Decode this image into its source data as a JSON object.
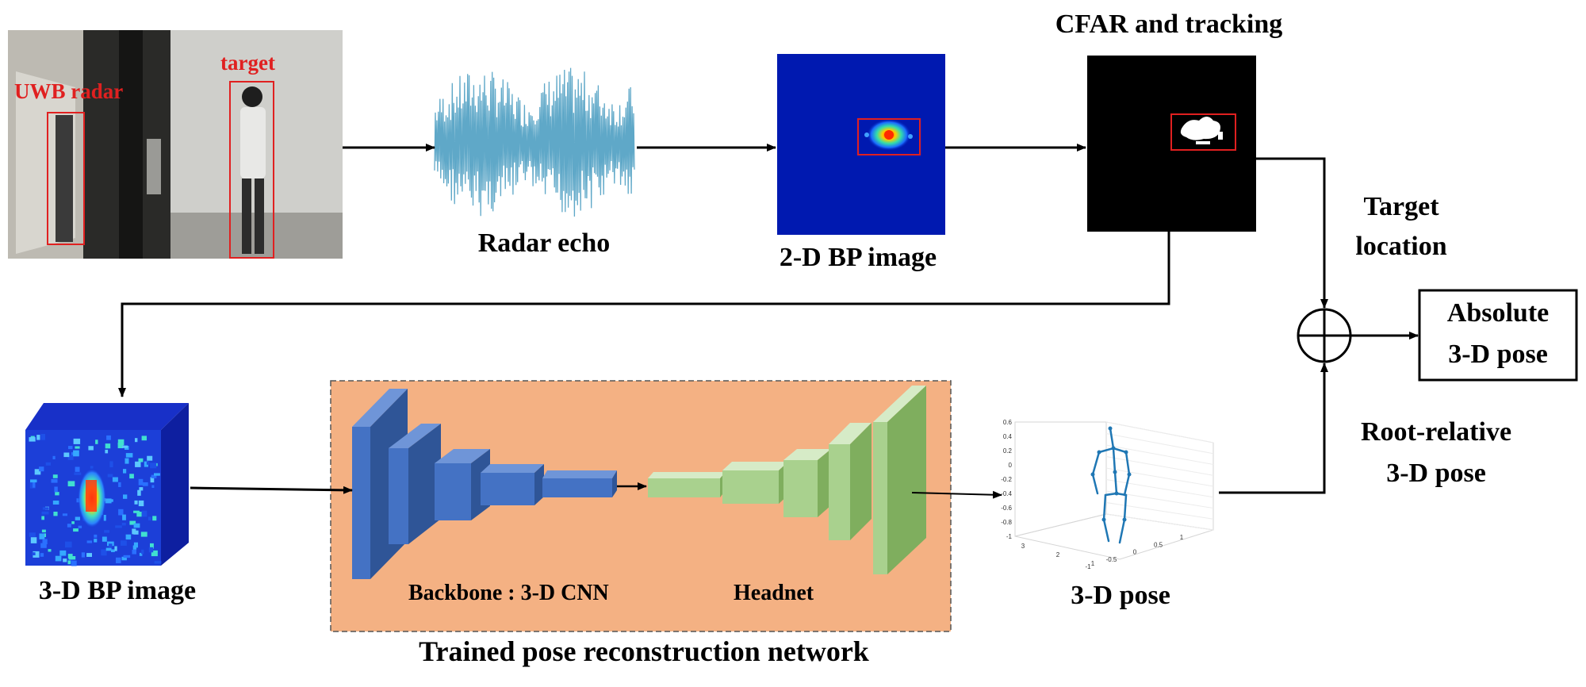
{
  "photo": {
    "radar_label": "UWB radar",
    "target_label": "target"
  },
  "labels": {
    "radar_echo": "Radar echo",
    "bp2d": "2-D BP image",
    "cfar": "CFAR  and tracking",
    "target_location_1": "Target",
    "target_location_2": "location",
    "absolute_1": "Absolute",
    "absolute_2": "3-D pose",
    "root_relative_1": "Root-relative",
    "root_relative_2": "3-D pose",
    "bp3d": "3-D BP image",
    "backbone": "Backbone : 3-D CNN",
    "headnet": "Headnet",
    "network": "Trained pose reconstruction network",
    "pose3d": "3-D pose"
  },
  "pose_plot": {
    "z_ticks": [
      "0.6",
      "0.4",
      "0.2",
      "0",
      "-0.2",
      "-0.4",
      "-0.6",
      "-0.8",
      "-1"
    ],
    "x_ticks": [
      "-1",
      "-0.5",
      "0",
      "0.5",
      "1"
    ],
    "y_ticks": [
      "3",
      "2",
      "1"
    ]
  },
  "colors": {
    "photo_box": "#e02020",
    "encoder_blue": "#4472c4",
    "decoder_green": "#a9d18e",
    "network_bg": "#f4b183",
    "skeleton": "#1f77b4",
    "echo_line": "#5fa8c8"
  }
}
